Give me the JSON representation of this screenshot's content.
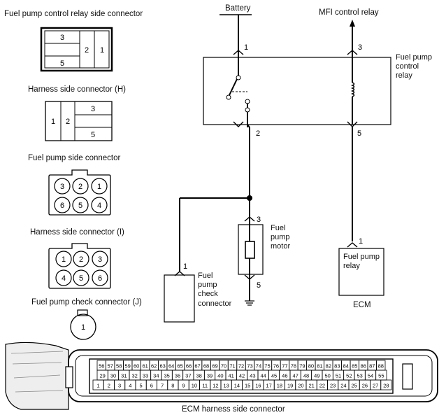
{
  "connectors": {
    "relay_side": {
      "title": "Fuel pump control relay side connector",
      "pins": [
        "3",
        "5",
        "2",
        "1"
      ]
    },
    "harness_h": {
      "title": "Harness side connector (H)",
      "pins": [
        "1",
        "2",
        "3",
        "5"
      ]
    },
    "pump_side": {
      "title": "Fuel pump side connector",
      "pins": [
        "3",
        "2",
        "1",
        "6",
        "5",
        "4"
      ]
    },
    "harness_i": {
      "title": "Harness side connector (I)",
      "pins": [
        "1",
        "2",
        "3",
        "4",
        "5",
        "6"
      ]
    },
    "check": {
      "title": "Fuel pump check connector (J)",
      "pins": [
        "1"
      ]
    }
  },
  "schematic": {
    "battery": "Battery",
    "mfi": "MFI control relay",
    "relay": "Fuel pump\ncontrol\nrelay",
    "pins": {
      "p1": "1",
      "p3": "3",
      "p2": "2",
      "p5": "5",
      "m3": "3",
      "m5": "5",
      "check1": "1",
      "ecm1": "1"
    },
    "motor": "Fuel\npump\nmotor",
    "check": "Fuel\npump\ncheck\nconnector",
    "ecm_box": "Fuel pump\nrelay",
    "ecm": "ECM"
  },
  "ecm_connector": {
    "title": "ECM harness side connector",
    "row1": [
      "56",
      "57",
      "58",
      "59",
      "60",
      "61",
      "62",
      "63",
      "64",
      "65",
      "66",
      "67",
      "68",
      "69",
      "70",
      "71",
      "72",
      "73",
      "74",
      "75",
      "76",
      "77",
      "78",
      "79",
      "80",
      "81",
      "82",
      "83",
      "84",
      "85",
      "86",
      "87",
      "88"
    ],
    "row2": [
      "29",
      "30",
      "31",
      "32",
      "33",
      "34",
      "35",
      "36",
      "37",
      "38",
      "39",
      "40",
      "41",
      "42",
      "43",
      "44",
      "45",
      "46",
      "47",
      "48",
      "49",
      "50",
      "51",
      "52",
      "53",
      "54",
      "55"
    ],
    "row3": [
      "1",
      "2",
      "3",
      "4",
      "5",
      "6",
      "7",
      "8",
      "9",
      "10",
      "11",
      "12",
      "13",
      "14",
      "15",
      "16",
      "17",
      "18",
      "19",
      "20",
      "21",
      "22",
      "23",
      "24",
      "25",
      "26",
      "27",
      "28"
    ]
  }
}
